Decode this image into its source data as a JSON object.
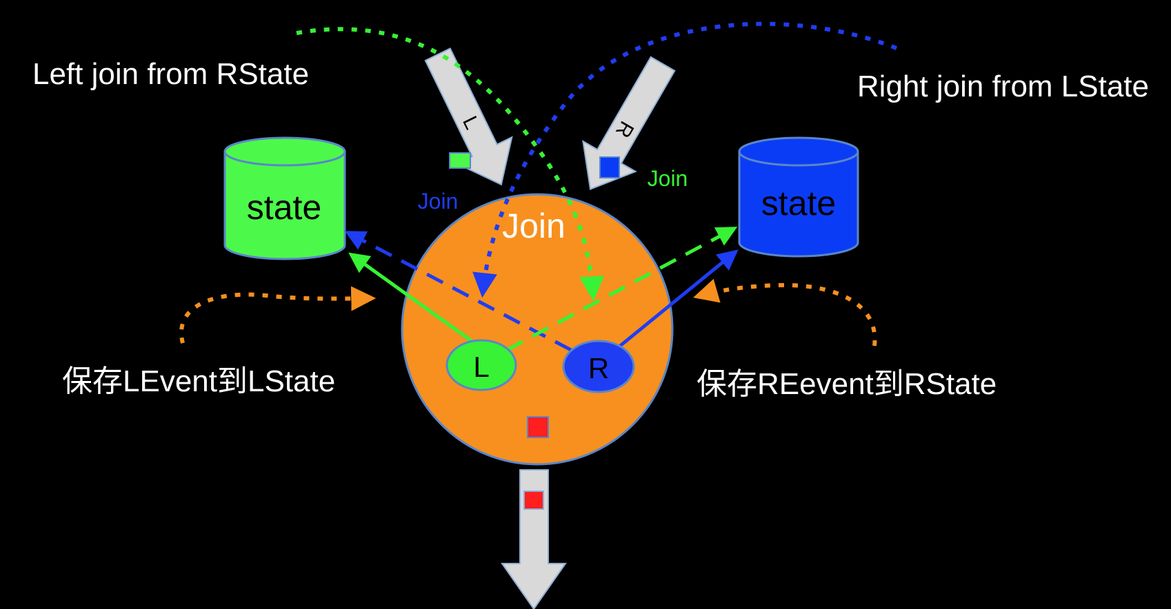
{
  "labels": {
    "left_join": "Left join from RState",
    "right_join": "Right join from LState",
    "save_left": "保存LEvent到LState",
    "save_right": "保存REevent到RState"
  },
  "join_node": {
    "label": "Join",
    "color": "#f7901e"
  },
  "left_state": {
    "label": "state",
    "color": "#4cf94a"
  },
  "right_state": {
    "label": "state",
    "color": "#0b3cf5"
  },
  "left_input": {
    "arrow_label": "L",
    "join_label": "Join"
  },
  "right_input": {
    "arrow_label": "R",
    "join_label": "Join"
  },
  "left_node": {
    "label": "L"
  },
  "right_node": {
    "label": "R"
  },
  "colors": {
    "green": "#38f235",
    "blue": "#1f3df2",
    "orange": "#f7901e",
    "arrow_gray": "#d9d9d9",
    "event_red": "#ff1f1f"
  }
}
